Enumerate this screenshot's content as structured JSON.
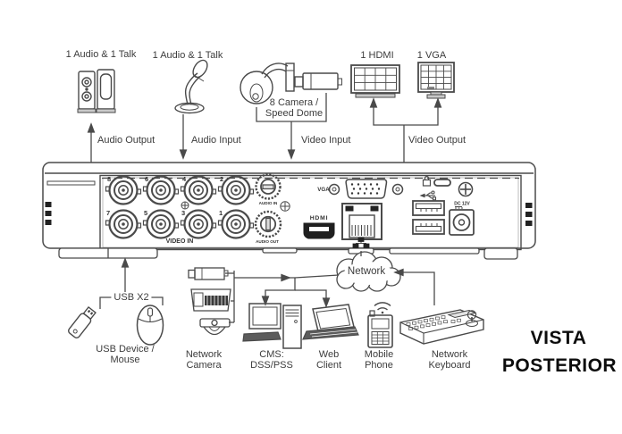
{
  "title": {
    "line1": "VISTA",
    "line2": "POSTERIOR"
  },
  "top_devices": {
    "speaker_label": "1 Audio & 1 Talk",
    "mic_label": "1 Audio & 1 Talk",
    "ptz_label_line1": "8 Camera /",
    "ptz_label_line2": "Speed Dome",
    "hdmi_monitor_label": "1 HDMI",
    "vga_monitor_label": "1 VGA"
  },
  "port_labels": {
    "audio_output": "Audio Output",
    "audio_input": "Audio Input",
    "video_input": "Video Input",
    "video_output": "Video Output"
  },
  "rear_panel": {
    "bnc_top": [
      "8",
      "6",
      "4",
      "2"
    ],
    "bnc_bottom": [
      "7",
      "5",
      "3",
      "1"
    ],
    "video_in": "VIDEO IN",
    "audio_in": "AUDIO IN",
    "audio_out": "AUDIO OUT",
    "vga": "VGA",
    "hdmi": "HDMI",
    "power": "DC 12V"
  },
  "bottom_devices": {
    "usb_bracket": "USB X2",
    "usb_label_line1": "USB Device /",
    "usb_label_line2": "Mouse",
    "camera_line1": "Network",
    "camera_line2": "Camera",
    "cms_line1": "CMS:",
    "cms_line2": "DSS/PSS",
    "web_line1": "Web",
    "web_line2": "Client",
    "mobile_line1": "Mobile",
    "mobile_line2": "Phone",
    "keyboard_line1": "Network",
    "keyboard_line2": "Keyboard",
    "cloud": "Network"
  },
  "colors": {
    "line": "#4a4a4a",
    "text": "#3c3c3c",
    "dark": "#1f1f1f",
    "bg": "#ffffff"
  }
}
